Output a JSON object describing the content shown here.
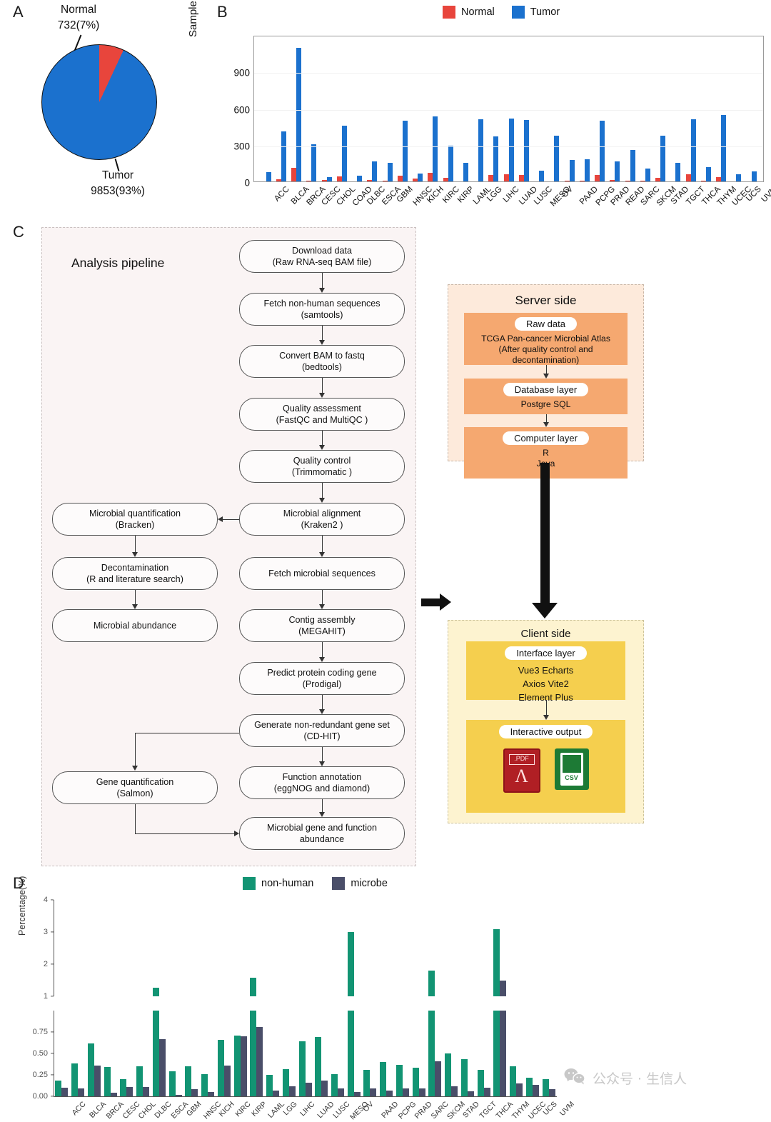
{
  "panels": {
    "a_letter": "A",
    "b_letter": "B",
    "c_letter": "C",
    "d_letter": "D"
  },
  "colors": {
    "normal_red": "#e8453c",
    "tumor_blue": "#1b71ce",
    "nonhuman_teal": "#129473",
    "microbe_slate": "#4a4e69",
    "server_panel": "#fdeadb",
    "server_card": "#f5a870",
    "client_panel": "#fdf3d0",
    "client_card": "#f5cf4e",
    "pipeline_panel": "#faf4f4",
    "pdf_red": "#b01f24",
    "csv_green": "#1d7a35"
  },
  "panelA": {
    "normal_label": "Normal",
    "normal_value": "732(7%)",
    "tumor_label": "Tumor",
    "tumor_value": "9853(93%)"
  },
  "panelB": {
    "legend": [
      {
        "label": "Normal",
        "color": "#e8453c"
      },
      {
        "label": "Tumor",
        "color": "#1b71ce"
      }
    ],
    "ylabel": "Sample size"
  },
  "panelC": {
    "pipeline_title": "Analysis pipeline",
    "nodes": [
      {
        "line1": "Download data",
        "line2": "(Raw RNA-seq BAM file)"
      },
      {
        "line1": "Fetch non-human sequences",
        "line2": "(samtools)"
      },
      {
        "line1": "Convert BAM to fastq",
        "line2": "(bedtools)"
      },
      {
        "line1": "Quality assessment",
        "line2": "(FastQC and MultiQC )"
      },
      {
        "line1": "Quality control",
        "line2": "(Trimmomatic )"
      },
      {
        "line1": "Microbial alignment",
        "line2": "(Kraken2 )"
      },
      {
        "line1": "Fetch microbial sequences",
        "line2": ""
      },
      {
        "line1": "Contig assembly",
        "line2": "(MEGAHIT)"
      },
      {
        "line1": "Predict protein coding gene",
        "line2": "(Prodigal)"
      },
      {
        "line1": "Generate non-redundant gene set",
        "line2": "(CD-HIT)"
      },
      {
        "line1": "Function annotation",
        "line2": "(eggNOG and diamond)"
      },
      {
        "line1": "Microbial gene and function",
        "line2": "abundance"
      },
      {
        "line1": "Microbial quantification",
        "line2": "(Bracken)"
      },
      {
        "line1": "Decontamination",
        "line2": "(R and literature search)"
      },
      {
        "line1": "Microbial abundance",
        "line2": ""
      },
      {
        "line1": "Gene quantification",
        "line2": "(Salmon)"
      }
    ],
    "server": {
      "title": "Server side",
      "cards": [
        {
          "pill": "Raw data",
          "text": "TCGA Pan-cancer Microbial Atlas\n(After quality control and\ndecontamination)"
        },
        {
          "pill": "Database layer",
          "text": "Postgre SQL"
        },
        {
          "pill": "Computer layer",
          "text": "R\nJava"
        }
      ]
    },
    "client": {
      "title": "Client side",
      "cards": [
        {
          "pill": "Interface layer",
          "text": "Vue3     Echarts\nAxios     Vite2\nElement Plus"
        },
        {
          "pill": "Interactive output",
          "text": ""
        }
      ],
      "file_icons": [
        {
          "label": ".PDF",
          "name": "pdf-file-icon"
        },
        {
          "label": "CSV",
          "name": "csv-file-icon"
        }
      ]
    }
  },
  "panelD": {
    "legend": [
      {
        "label": "non-human",
        "color": "#129473"
      },
      {
        "label": "microbe",
        "color": "#4a4e69"
      }
    ],
    "ylabel": "Percentage(%)"
  },
  "watermark": {
    "text": "公众号 · 生信人"
  },
  "chart_data": [
    {
      "type": "bar",
      "panel": "A",
      "subtype": "pie",
      "title": "",
      "labels": [
        "Normal",
        "Tumor"
      ],
      "values": [
        732,
        9853
      ],
      "percentages": [
        7,
        93
      ],
      "colors": [
        "#e8453c",
        "#1b71ce"
      ]
    },
    {
      "type": "bar",
      "panel": "B",
      "title": "",
      "xlabel": "",
      "ylabel": "Sample size",
      "ylim": [
        0,
        1200
      ],
      "yticks": [
        0,
        300,
        600,
        900
      ],
      "grid": true,
      "legend": [
        "Normal",
        "Tumor"
      ],
      "legend_position": "top",
      "categories": [
        "ACC",
        "BLCA",
        "BRCA",
        "CESC",
        "CHOL",
        "COAD",
        "DLBC",
        "ESCA",
        "GBM",
        "HNSC",
        "KICH",
        "KIRC",
        "KIRP",
        "LAML",
        "LGG",
        "LIHC",
        "LUAD",
        "LUSC",
        "MESO",
        "OV",
        "PAAD",
        "PCPG",
        "PRAD",
        "READ",
        "SARC",
        "SKCM",
        "STAD",
        "TGCT",
        "THCA",
        "THYM",
        "UCEC",
        "UCS",
        "UVM"
      ],
      "series": [
        {
          "name": "Normal",
          "color": "#e8453c",
          "values": [
            0,
            19,
            113,
            3,
            9,
            41,
            0,
            11,
            5,
            44,
            25,
            72,
            32,
            0,
            0,
            50,
            59,
            51,
            0,
            0,
            4,
            3,
            52,
            10,
            2,
            1,
            32,
            0,
            59,
            2,
            35,
            0,
            0
          ]
        },
        {
          "name": "Tumor",
          "color": "#1b71ce",
          "values": [
            79,
            407,
            1093,
            304,
            36,
            457,
            48,
            162,
            153,
            500,
            65,
            533,
            290,
            151,
            511,
            371,
            513,
            501,
            87,
            374,
            178,
            179,
            498,
            166,
            259,
            103,
            375,
            150,
            509,
            120,
            545,
            57,
            80
          ]
        }
      ]
    },
    {
      "type": "bar",
      "panel": "D",
      "title": "",
      "xlabel": "",
      "ylabel": "Percentage(%)",
      "broken_axis": true,
      "lower_ylim": [
        0,
        1.0
      ],
      "lower_yticks": [
        0.0,
        0.25,
        0.5,
        0.75
      ],
      "upper_ylim": [
        1,
        4
      ],
      "upper_yticks": [
        1,
        2,
        3,
        4
      ],
      "grid": false,
      "legend": [
        "non-human",
        "microbe"
      ],
      "legend_position": "top",
      "categories": [
        "ACC",
        "BLCA",
        "BRCA",
        "CESC",
        "CHOL",
        "DLBC",
        "ESCA",
        "GBM",
        "HNSC",
        "KICH",
        "KIRC",
        "KIRP",
        "LAML",
        "LGG",
        "LIHC",
        "LUAD",
        "LUSC",
        "MESO",
        "OV",
        "PAAD",
        "PCPG",
        "PRAD",
        "SARC",
        "SKCM",
        "STAD",
        "TGCT",
        "THCA",
        "THYM",
        "UCEC",
        "UCS",
        "UVM"
      ],
      "series": [
        {
          "name": "non-human",
          "color": "#129473",
          "values": [
            0.18,
            0.38,
            0.62,
            0.34,
            0.2,
            0.35,
            1.27,
            0.29,
            0.35,
            0.26,
            0.66,
            0.71,
            1.57,
            0.25,
            0.32,
            0.64,
            0.69,
            0.26,
            3.0,
            0.31,
            0.4,
            0.37,
            0.33,
            1.8,
            0.5,
            0.43,
            0.31,
            3.1,
            0.35,
            0.22,
            0.2
          ]
        },
        {
          "name": "microbe",
          "color": "#4a4e69",
          "values": [
            0.1,
            0.09,
            0.36,
            0.04,
            0.11,
            0.11,
            0.67,
            0.02,
            0.08,
            0.05,
            0.36,
            0.7,
            0.81,
            0.07,
            0.12,
            0.16,
            0.18,
            0.09,
            0.05,
            0.09,
            0.07,
            0.09,
            0.09,
            0.41,
            0.12,
            0.06,
            0.1,
            1.5,
            0.15,
            0.13,
            0.08
          ]
        }
      ]
    }
  ]
}
